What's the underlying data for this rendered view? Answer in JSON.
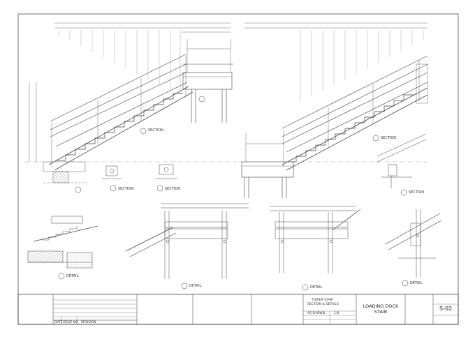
{
  "section_titles": {
    "s1": "SECTION",
    "s2": "SECTION",
    "s3": "SECTION",
    "s4": "SECTION",
    "s5": "SECTION"
  },
  "detail_titles": {
    "d1": "DETAIL",
    "d2": "DETAIL",
    "d3": "DETAIL",
    "d4": "DETAIL"
  },
  "title_block": {
    "drawing_title_1": "TOWER STAIR",
    "drawing_title_2": "SECTION & DETAILS",
    "project_title_1": "LOADING DOCK",
    "project_title_2": "STAIR",
    "sheet_number": "S-02",
    "rev_date": "DATE",
    "rev_issue": "ISSUE NO.",
    "rev_revision": "REVISION",
    "drawn_by": "AS SHOWN",
    "scale": "1:8"
  }
}
